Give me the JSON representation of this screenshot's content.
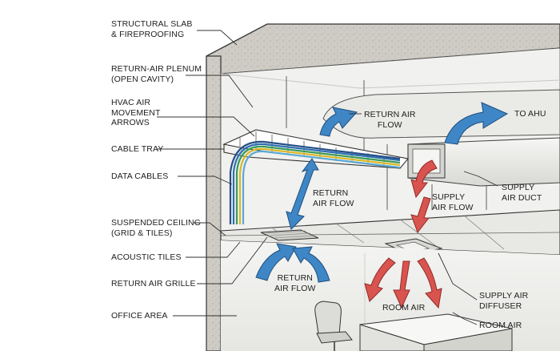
{
  "colors": {
    "return_air": "#3f86c6",
    "supply_air": "#d9534f",
    "slab": "#c9c6bf",
    "plenum": "#f2f2f0",
    "tray": "#ffffff",
    "cable_blue": "#2f6fb2",
    "cable_green": "#3b9a57",
    "cable_yellow": "#d9b62a",
    "duct": "#eeeeec",
    "outline": "#333333"
  },
  "labels": {
    "structural_slab": [
      "STRUCTURAL SLAB",
      "& FIREPROOFING"
    ],
    "return_air_plenum": [
      "RETURN-AIR PLENUM",
      "(OPEN CAVITY)"
    ],
    "hvac_arrows": [
      "HVAC AIR",
      "MOVEMENT",
      "ARROWS"
    ],
    "cable_tray": [
      "CABLE TRAY"
    ],
    "data_cables": [
      "DATA CABLES"
    ],
    "suspended_ceiling": [
      "SUSPENDED CEILING",
      "(GRID & TILES)"
    ],
    "acoustic_tiles": [
      "ACOUSTIC TILES"
    ],
    "return_air_grille": [
      "RETURN AIR GRILLE"
    ],
    "office_area": [
      "OFFICE AREA"
    ],
    "return_air_flow_top": [
      "RETURN AIR",
      "FLOW"
    ],
    "to_ahu": [
      "TO AHU"
    ],
    "return_air_flow_mid": [
      "RETURN",
      "AIR FLOW"
    ],
    "supply_air_flow": [
      "SUPPLY",
      "AIR FLOW"
    ],
    "supply_air_duct": [
      "SUPPLY",
      "AIR DUCT"
    ],
    "return_air_flow_low": [
      "RETURN",
      "AIR FLOW"
    ],
    "supply_air_diffuser": [
      "SUPPLY AIR",
      "DIFFUSER"
    ],
    "room_air_center": [
      "ROOM AIR"
    ],
    "room_air_right": [
      "ROOM AIR"
    ]
  },
  "icons": [
    "return-air-arrow",
    "supply-air-arrow",
    "office-chair",
    "desk"
  ]
}
